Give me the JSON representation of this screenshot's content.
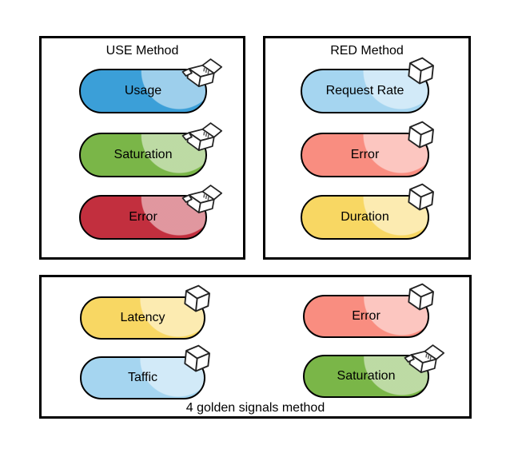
{
  "diagram": {
    "background": "#ffffff",
    "outline_color": "#000000",
    "icon_stroke_color": "#222222",
    "boxes": [
      {
        "id": "use-method",
        "title": "USE Method",
        "pills": [
          {
            "label": "Usage",
            "color": "#3b9fd8",
            "icon": "open-box-icon"
          },
          {
            "label": "Saturation",
            "color": "#7ab648",
            "icon": "open-box-icon"
          },
          {
            "label": "Error",
            "color": "#c22f3e",
            "icon": "open-box-icon"
          }
        ]
      },
      {
        "id": "red-method",
        "title": "RED Method",
        "pills": [
          {
            "label": "Request Rate",
            "color": "#a5d5f0",
            "icon": "cube-icon"
          },
          {
            "label": "Error",
            "color": "#f98d80",
            "icon": "cube-icon"
          },
          {
            "label": "Duration",
            "color": "#f8d763",
            "icon": "cube-icon"
          }
        ]
      },
      {
        "id": "golden-signals",
        "caption": "4 golden signals method",
        "pills": [
          {
            "label": "Latency",
            "color": "#f8d763",
            "icon": "cube-icon"
          },
          {
            "label": "Taffic",
            "color": "#a5d5f0",
            "icon": "cube-icon"
          },
          {
            "label": "Error",
            "color": "#f98d80",
            "icon": "cube-icon"
          },
          {
            "label": "Saturation",
            "color": "#7ab648",
            "icon": "open-box-icon"
          }
        ]
      }
    ]
  }
}
